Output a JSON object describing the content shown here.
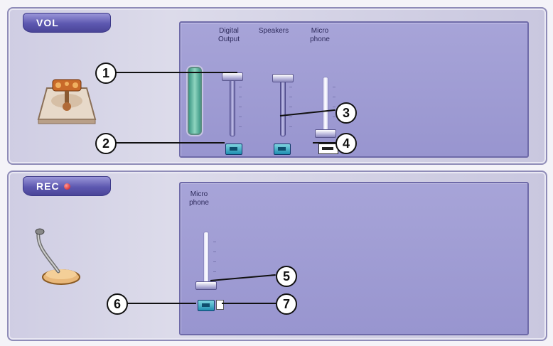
{
  "volume_panel": {
    "tab_label": "VOL",
    "columns": [
      {
        "label": "Digital Output"
      },
      {
        "label": "Speakers"
      },
      {
        "label": "Micro phone"
      }
    ]
  },
  "record_panel": {
    "tab_label": "REC",
    "columns": [
      {
        "label": "Micro phone"
      }
    ]
  },
  "callouts": [
    "1",
    "2",
    "3",
    "4",
    "5",
    "6",
    "7"
  ],
  "icons": {
    "volume_device": "speaker-stage-icon",
    "record_device": "microphone-icon"
  }
}
